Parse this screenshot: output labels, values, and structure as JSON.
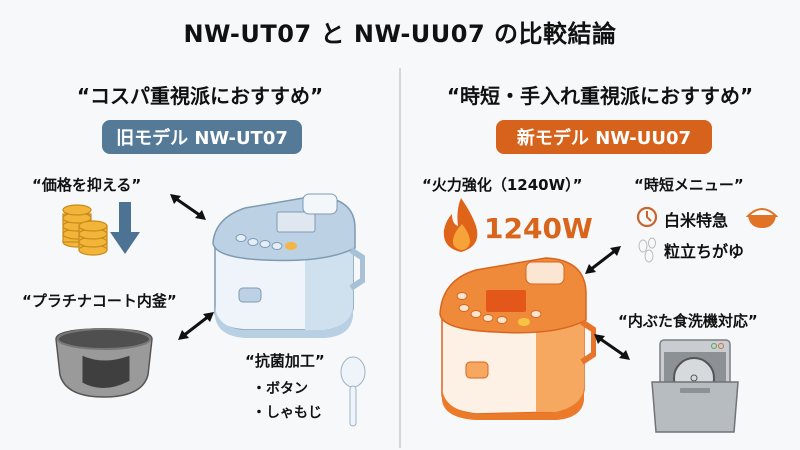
{
  "title": "NW-UT07 と NW-UU07 の比較結論",
  "colors": {
    "old_badge": "#557a97",
    "new_badge": "#d6621b",
    "accent_orange": "#e8742a",
    "arrow_blue": "#4d7394",
    "divider": "#d6d6d6"
  },
  "left": {
    "heading": "“コスパ重視派におすすめ”",
    "badge": "旧モデル NW-UT07",
    "features": {
      "price": {
        "label": "“価格を抑える”",
        "icons": [
          "coins-icon",
          "down-arrow-icon"
        ]
      },
      "pot": {
        "label": "“プラチナコート内釜”"
      },
      "antibacterial": {
        "label": "“抗菌加工”",
        "items": [
          "・ボタン",
          "・しゃもじ"
        ]
      }
    }
  },
  "right": {
    "heading": "“時短・手入れ重視派におすすめ”",
    "badge": "新モデル NW-UU07",
    "features": {
      "power": {
        "label": "“火力強化（1240W）”",
        "value": "1240W"
      },
      "menu": {
        "label": "“時短メニュー”",
        "items": [
          "白米特急",
          "粒立ちがゆ"
        ]
      },
      "dishwasher": {
        "label": "“内ぶた食洗機対応”"
      }
    }
  }
}
